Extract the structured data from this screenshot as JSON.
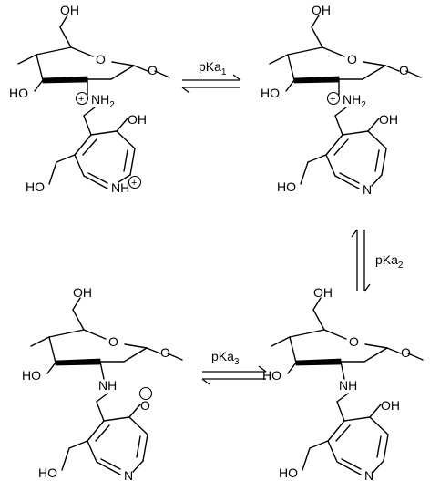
{
  "equilibria": [
    {
      "label": "pKa",
      "subscript": "1"
    },
    {
      "label": "pKa",
      "subscript": "2"
    },
    {
      "label": "pKa",
      "subscript": "3"
    }
  ],
  "molecules": [
    {
      "atoms": {
        "sugar_oh": "OH",
        "ring_o": "O",
        "oh_left": "HO",
        "amine": "NH",
        "amine_sub": "2",
        "amine_charge": "+",
        "phenol": "OH",
        "hydroxymethyl": "HO",
        "pyridine_n": "NH",
        "pyridine_charge": "+"
      }
    },
    {
      "atoms": {
        "sugar_oh": "OH",
        "ring_o": "O",
        "oh_left": "HO",
        "amine": "NH",
        "amine_sub": "2",
        "amine_charge": "+",
        "phenol": "OH",
        "hydroxymethyl": "HO",
        "pyridine_n": "N"
      }
    },
    {
      "atoms": {
        "sugar_oh": "OH",
        "ring_o": "O",
        "oh_left": "HO",
        "amine": "NH",
        "phenolate": "O",
        "phenolate_charge": "−",
        "hydroxymethyl": "HO",
        "pyridine_n": "N"
      }
    },
    {
      "atoms": {
        "sugar_oh": "OH",
        "ring_o": "O",
        "oh_left": "HO",
        "amine": "NH",
        "phenol": "OH",
        "hydroxymethyl": "HO",
        "pyridine_n": "N"
      }
    }
  ]
}
